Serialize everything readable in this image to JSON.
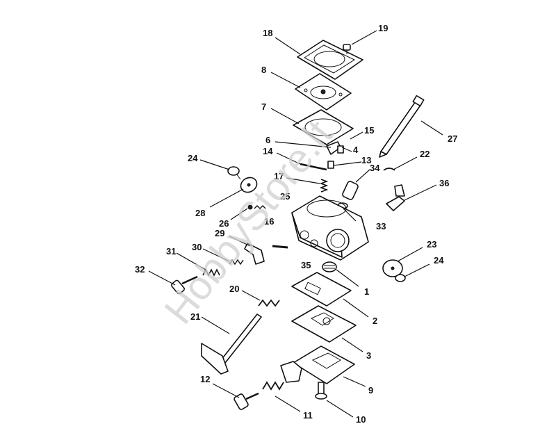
{
  "watermark": "HobbyStore.lt",
  "callouts": {
    "c18": "18",
    "c19": "19",
    "c8": "8",
    "c7": "7",
    "c15": "15",
    "c6": "6",
    "c4": "4",
    "c27": "27",
    "c14": "14",
    "c13": "13",
    "c24a": "24",
    "c22": "22",
    "c34": "34",
    "c17": "17",
    "c25": "25",
    "c36": "36",
    "c28": "28",
    "c26": "26",
    "c16": "16",
    "c33": "33",
    "c29": "29",
    "c31": "31",
    "c30": "30",
    "c35": "35",
    "c23": "23",
    "c24b": "24",
    "c32": "32",
    "c1": "1",
    "c20": "20",
    "c21": "21",
    "c2": "2",
    "c3": "3",
    "c9": "9",
    "c12": "12",
    "c11": "11",
    "c10": "10"
  }
}
